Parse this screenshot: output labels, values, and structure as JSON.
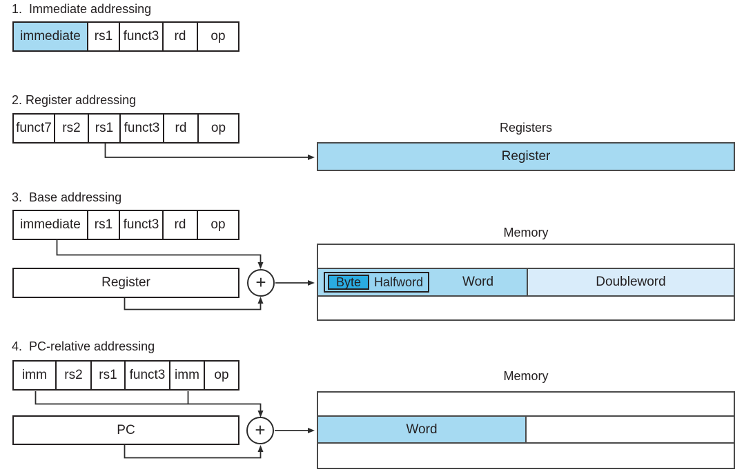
{
  "colors": {
    "highlight": "#A6DAF2",
    "halfword": "#97D4F1",
    "byte": "#2AACE2",
    "doubleword": "#D9ECFA",
    "line": "#2b2b2b"
  },
  "sections": {
    "imm": {
      "title": "1.  Immediate addressing",
      "fields": [
        {
          "label": "immediate"
        },
        {
          "label": "rs1"
        },
        {
          "label": "funct3"
        },
        {
          "label": "rd"
        },
        {
          "label": "op"
        }
      ]
    },
    "reg": {
      "title": "2. Register addressing",
      "fields": [
        {
          "label": "funct7"
        },
        {
          "label": "rs2"
        },
        {
          "label": "rs1"
        },
        {
          "label": "funct3"
        },
        {
          "label": "rd"
        },
        {
          "label": "op"
        }
      ],
      "registers_title": "Registers",
      "register_label": "Register"
    },
    "base": {
      "title": "3.  Base addressing",
      "fields": [
        {
          "label": "immediate"
        },
        {
          "label": "rs1"
        },
        {
          "label": "funct3"
        },
        {
          "label": "rd"
        },
        {
          "label": "op"
        }
      ],
      "register_label": "Register",
      "plus": "+",
      "memory_title": "Memory",
      "byte": "Byte",
      "halfword": "Halfword",
      "word": "Word",
      "doubleword": "Doubleword"
    },
    "pc": {
      "title": "4.  PC-relative addressing",
      "fields": [
        {
          "label": "imm"
        },
        {
          "label": "rs2"
        },
        {
          "label": "rs1"
        },
        {
          "label": "funct3"
        },
        {
          "label": "imm"
        },
        {
          "label": "op"
        }
      ],
      "pc_label": "PC",
      "plus": "+",
      "memory_title": "Memory",
      "word": "Word"
    }
  }
}
